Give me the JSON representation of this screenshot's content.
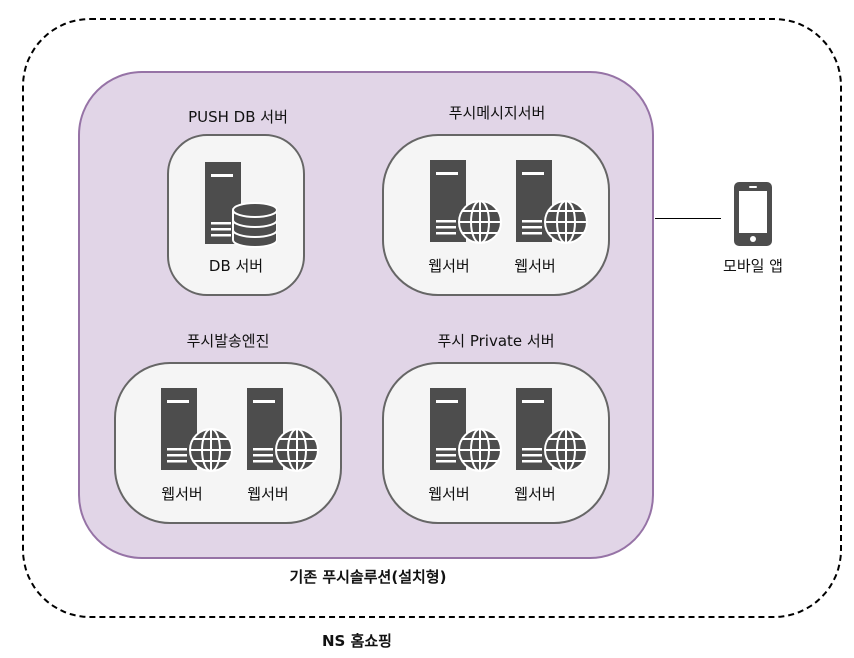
{
  "outer": {
    "label": "NS 홈쇼핑"
  },
  "solution": {
    "label": "기존 푸시솔루션(설치형)"
  },
  "groups": {
    "push_db": {
      "title": "PUSH DB 서버",
      "server_label": "DB 서버"
    },
    "message": {
      "title": "푸시메시지서버",
      "server_labels": [
        "웹서버",
        "웹서버"
      ]
    },
    "engine": {
      "title": "푸시발송엔진",
      "server_labels": [
        "웹서버",
        "웹서버"
      ]
    },
    "private": {
      "title": "푸시 Private 서버",
      "server_labels": [
        "웹서버",
        "웹서버"
      ]
    }
  },
  "mobile": {
    "label": "모바일 앱"
  },
  "icons": {
    "server": "server-icon",
    "db_server": "database-server-icon",
    "web_server": "web-server-globe-icon",
    "mobile": "smartphone-icon"
  },
  "colors": {
    "solution_fill": "#e1d5e7",
    "solution_border": "#9673a6",
    "group_fill": "#f5f5f5",
    "group_border": "#666666",
    "icon_fill": "#4d4d4d"
  }
}
